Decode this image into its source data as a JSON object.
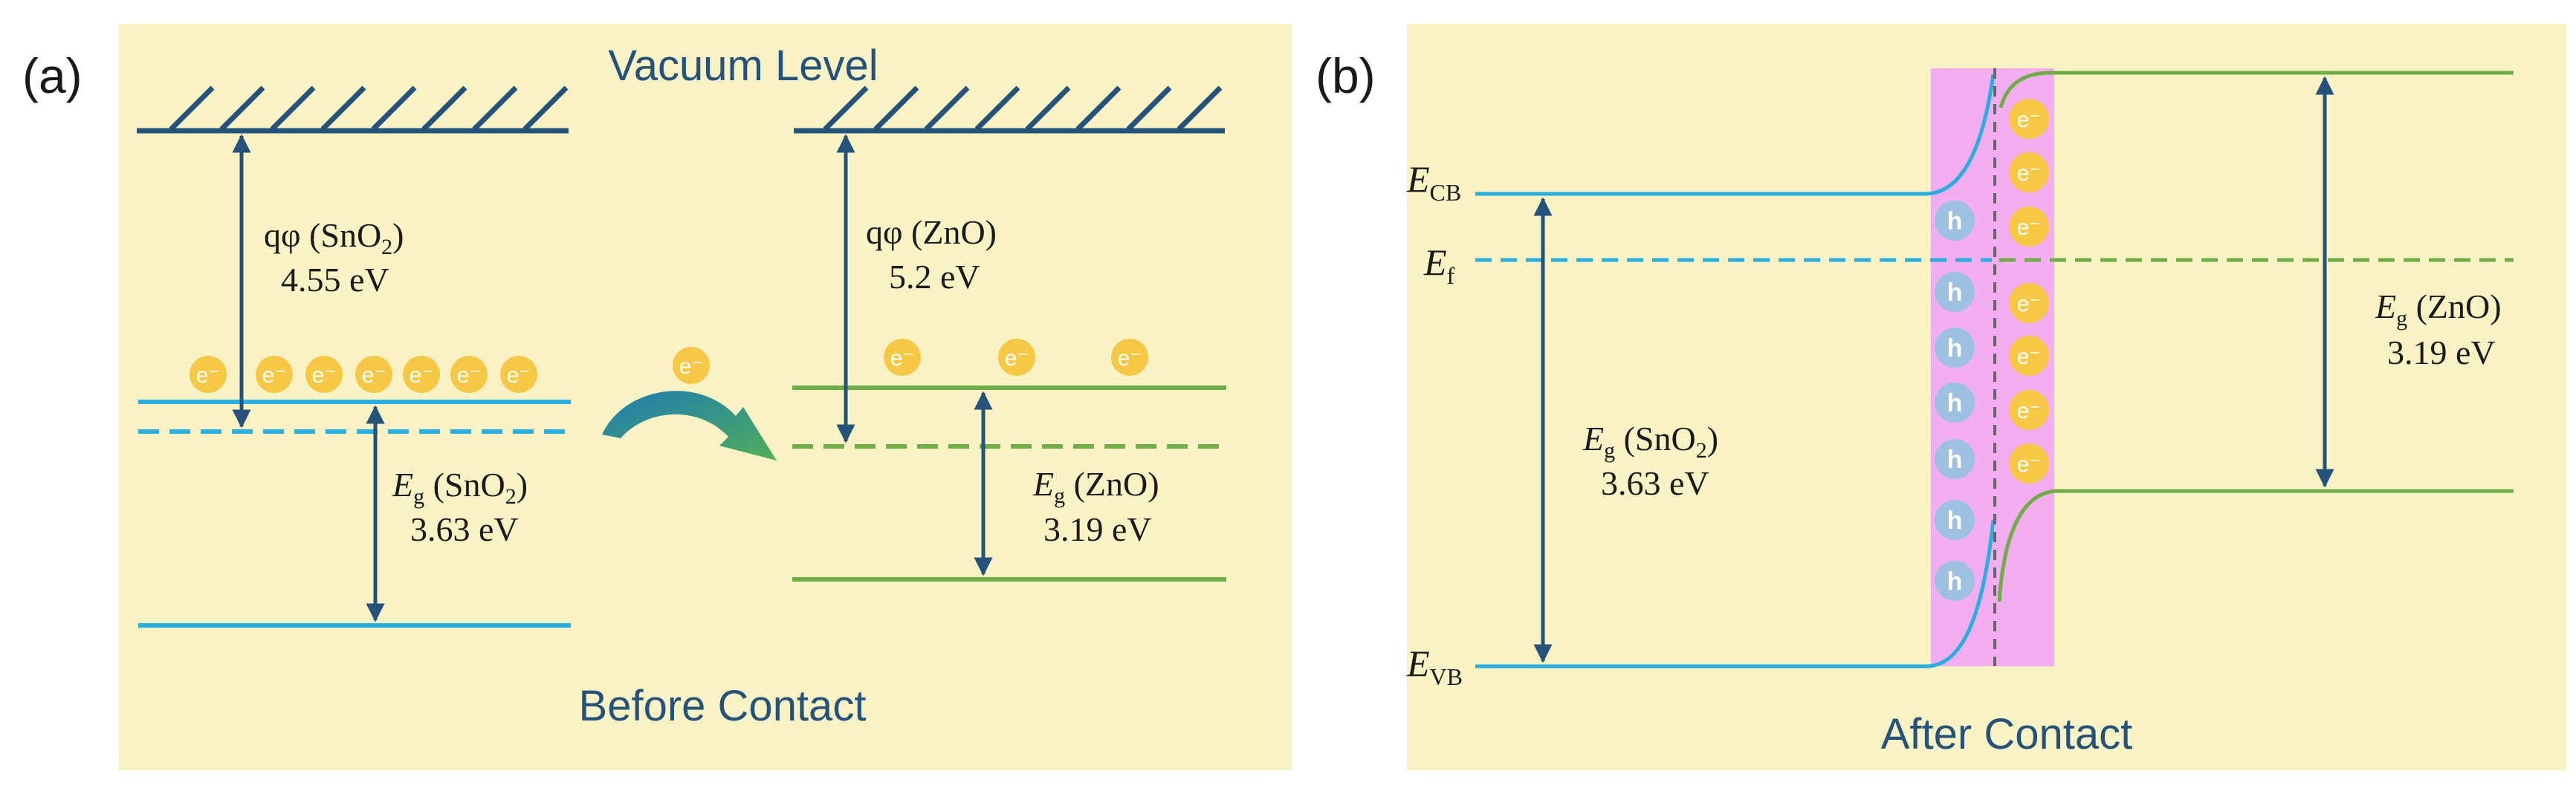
{
  "colors": {
    "panel_bg": "#f8f2c4",
    "navy": "#24527a",
    "sno2_line": "#29aee0",
    "zno_line": "#70ad47",
    "depletion": "#f2aef0",
    "electron": "#f6c846",
    "hole": "#9ec1e2"
  },
  "panel_a": {
    "label": "(a)",
    "vacuum_label": "Vacuum Level",
    "caption": "Before Contact",
    "sno2_work_function": {
      "prefix": "qφ (SnO",
      "sub": "2",
      "suffix": ")",
      "value": "4.55 eV"
    },
    "zno_work_function": {
      "label": "qφ (ZnO)",
      "value": "5.2 eV"
    },
    "sno2_gap": {
      "symbol": "E",
      "sub": "g",
      "material": " (SnO",
      "material_sub": "2",
      "material_end": ")",
      "value": "3.63 eV"
    },
    "zno_gap": {
      "symbol": "E",
      "sub": "g",
      "material": " (ZnO)",
      "value": "3.19 eV"
    },
    "electron_text": "e⁻"
  },
  "panel_b": {
    "label": "(b)",
    "caption": "After Contact",
    "ecb": {
      "symbol": "E",
      "sub": "CB"
    },
    "ef": {
      "symbol": "E",
      "sub": "f"
    },
    "evb": {
      "symbol": "E",
      "sub": "VB"
    },
    "sno2_gap": {
      "symbol": "E",
      "sub": "g",
      "material": " (SnO",
      "material_sub": "2",
      "material_end": ")",
      "value": "3.63 eV"
    },
    "zno_gap": {
      "symbol": "E",
      "sub": "g",
      "material": " (ZnO)",
      "value": "3.19 eV"
    },
    "hole_text": "h",
    "electron_text": "e⁻"
  }
}
